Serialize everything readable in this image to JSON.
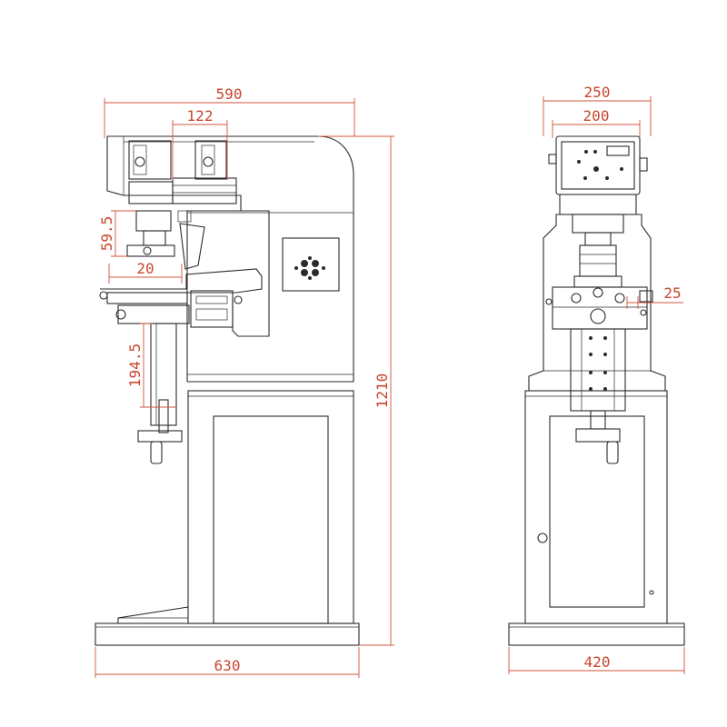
{
  "drawing": {
    "views": [
      "side-view",
      "front-view"
    ],
    "colors": {
      "outline": "#2b2b2b",
      "dimension": "#d2553b",
      "dimension_text": "#c8462c"
    }
  },
  "dimensions": {
    "side_width_top": "590",
    "side_gap_122": "122",
    "side_vertical_59_5": "59.5",
    "side_horizontal_20": "20",
    "side_vertical_194_5": "194.5",
    "side_height": "1210",
    "side_base_width": "630",
    "front_width_250": "250",
    "front_width_200": "200",
    "front_offset_25": "25",
    "front_base_width": "420"
  }
}
